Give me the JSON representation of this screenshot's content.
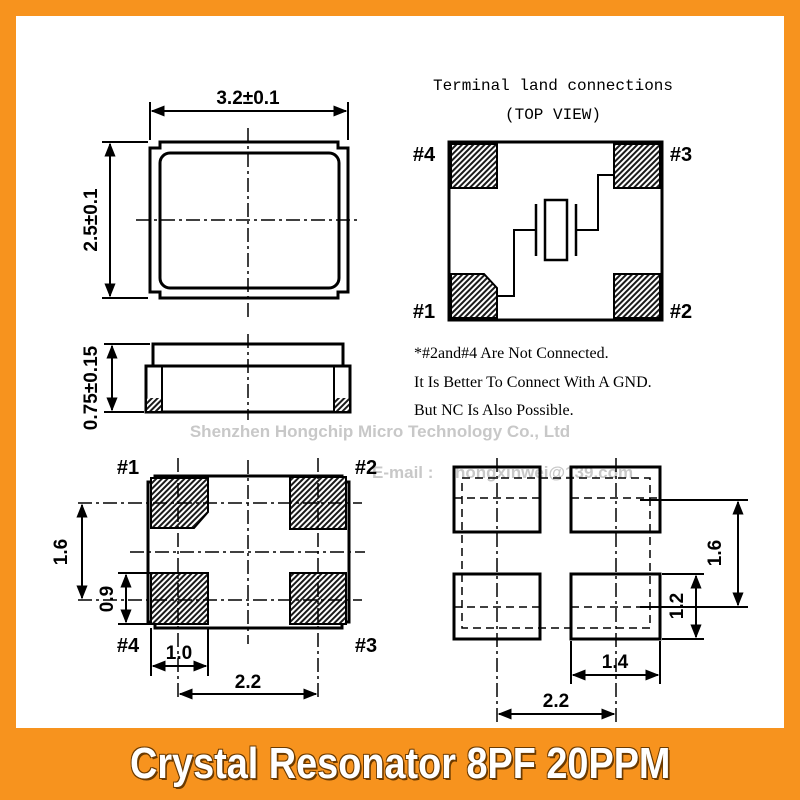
{
  "top_view": {
    "width_label": "3.2±0.1",
    "height_label": "2.5±0.1"
  },
  "side_view": {
    "height_label": "0.75±0.15"
  },
  "terminal": {
    "title_line1": "Terminal land connections",
    "title_line2": "(TOP VIEW)",
    "pin_labels": {
      "p1": "#1",
      "p2": "#2",
      "p3": "#3",
      "p4": "#4"
    }
  },
  "notes": [
    "*#2and#4 Are Not Connected.",
    "It Is Better To Connect With A GND.",
    "But NC Is Also Possible."
  ],
  "bottom_view": {
    "pin_labels": {
      "p1": "#1",
      "p2": "#2",
      "p3": "#3",
      "p4": "#4"
    },
    "dims": {
      "pitch_y": "1.6",
      "pad_h": "0.9",
      "pad_w": "1.0",
      "pitch_x": "2.2"
    }
  },
  "land_pattern": {
    "dims": {
      "pitch_y": "1.6",
      "pad_h": "1.2",
      "pad_w": "1.4",
      "pitch_x": "2.2"
    }
  },
  "watermark": {
    "company": "Shenzhen Hongchip Micro Technology Co., Ltd",
    "email_label": "E-mail :",
    "email": "hongxinwei@139.com"
  },
  "banner": {
    "title": "Crystal Resonator 8PF 20PPM"
  },
  "colors": {
    "frame": "#f7931e",
    "banner_text": "#ffffff",
    "watermark": "#c8c8c8"
  }
}
